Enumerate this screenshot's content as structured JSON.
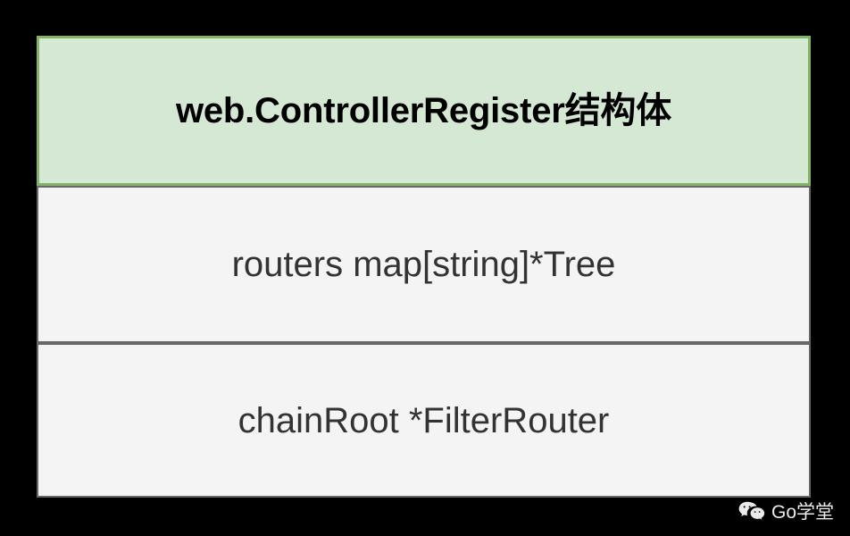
{
  "diagram": {
    "type": "uml-struct",
    "header": {
      "title": "web.ControllerRegister结构体",
      "fill_color": "#d5e8d4",
      "border_color": "#82b366",
      "text_color": "#000000"
    },
    "fields": [
      {
        "label": "routers map[string]*Tree",
        "fill_color": "#f4f4f4",
        "border_color": "#666666",
        "text_color": "#333333"
      },
      {
        "label": "chainRoot *FilterRouter",
        "fill_color": "#f4f4f4",
        "border_color": "#666666",
        "text_color": "#333333"
      }
    ]
  },
  "watermark": {
    "icon": "wechat-icon",
    "text": "Go学堂",
    "text_color": "#ffffff"
  },
  "canvas": {
    "background_color": "#000000"
  }
}
